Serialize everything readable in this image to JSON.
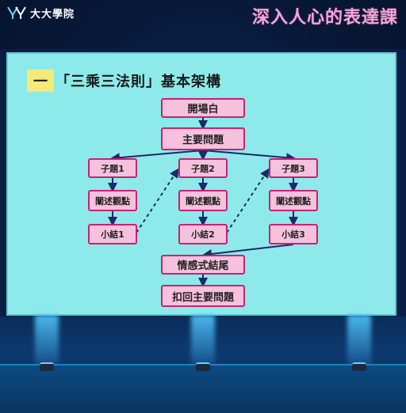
{
  "brand": {
    "logo_text": "大大學院"
  },
  "course_title": "深入人心的表達課",
  "heading": {
    "number": "一",
    "text": "「三乘三法則」基本架構"
  },
  "nodes": {
    "opening": "開場白",
    "main_question": "主要問題",
    "sub1": "子題1",
    "sub2": "子題2",
    "sub3": "子題3",
    "elab1": "闡述觀點",
    "elab2": "闡述觀點",
    "elab3": "闡述觀點",
    "summary1": "小結1",
    "summary2": "小結2",
    "summary3": "小結3",
    "emotional_ending": "情感式結尾",
    "callback": "扣回主要問題"
  },
  "colors": {
    "node_fill": "#f6c1dd",
    "node_border": "#c4246e",
    "screen": "#8eeaea",
    "heading_highlight": "#f3ea7a",
    "title_pink": "#f0a8d8"
  }
}
